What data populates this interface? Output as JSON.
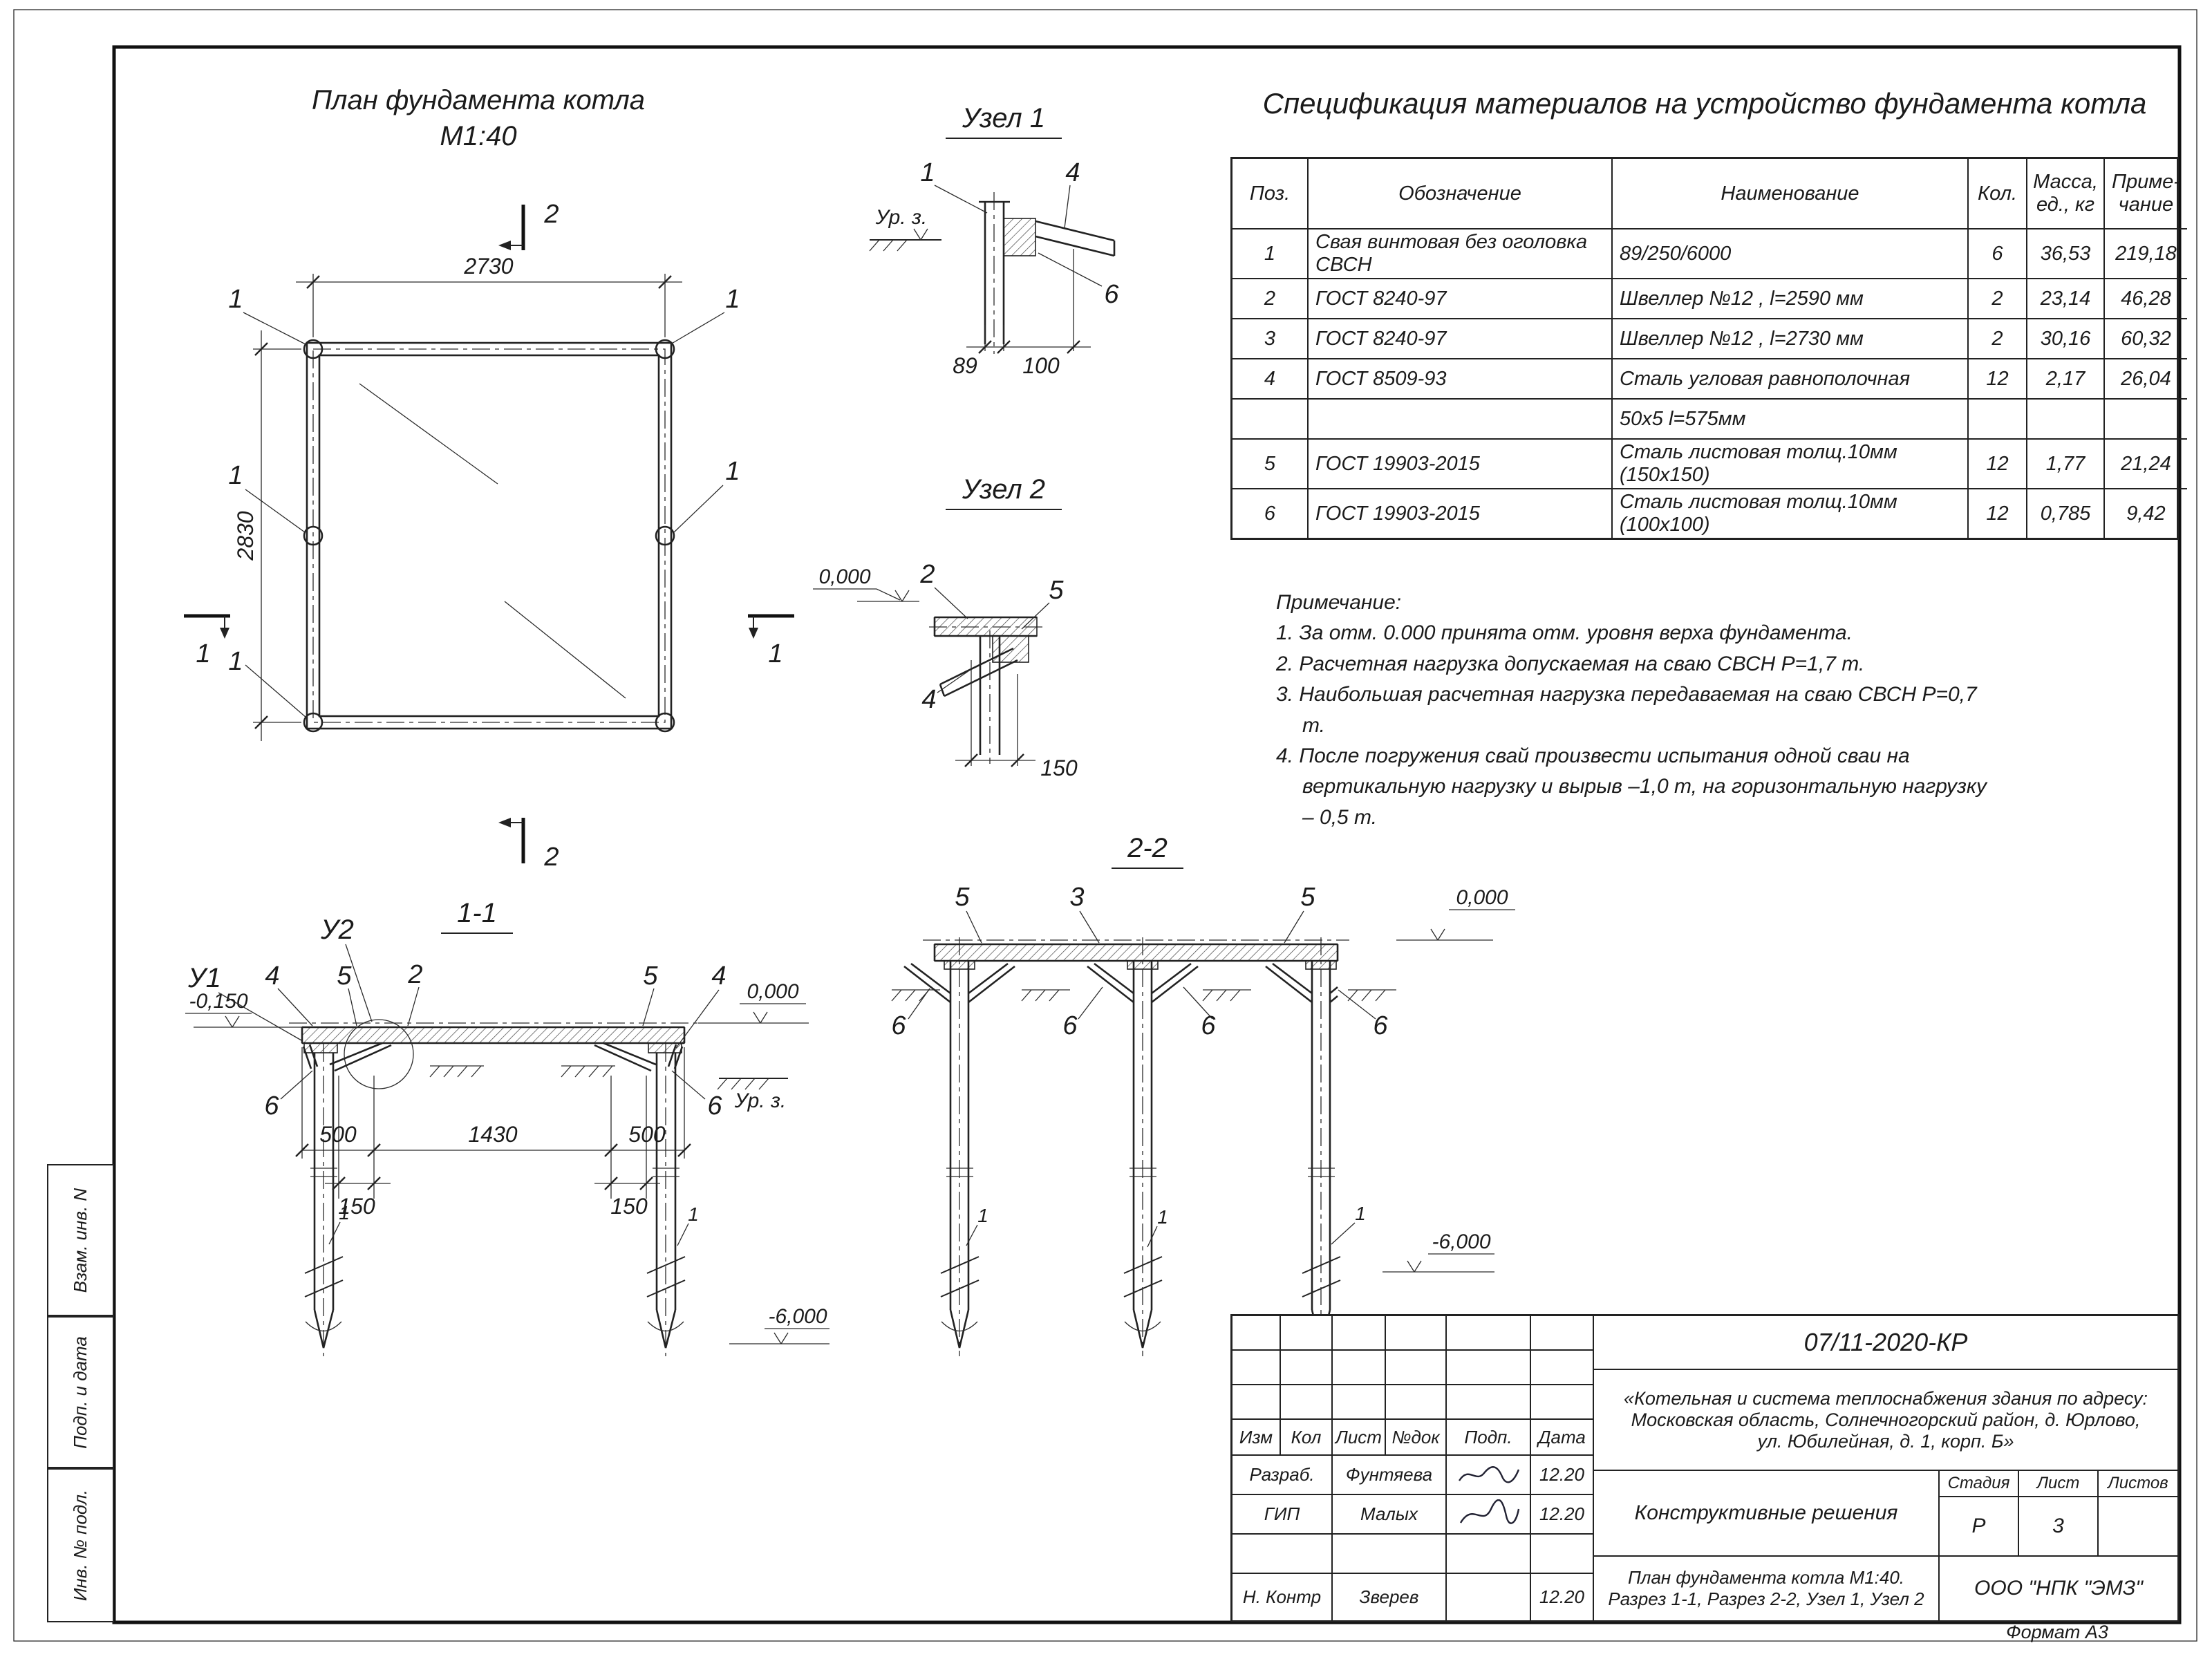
{
  "sheet": {
    "format_label": "Формат А3"
  },
  "side_stamps": {
    "vzam": "Взам. инв. N",
    "podp": "Подп. и дата",
    "inv": "Инв. № подл."
  },
  "plan": {
    "title": "План фундамента котла",
    "scale": "М1:40",
    "dim_width": "2730",
    "dim_height": "2830",
    "section2": "2",
    "section1": "1",
    "callout_pile": "1"
  },
  "node1": {
    "title": "Узел 1",
    "callout_pile": "1",
    "callout_angle": "4",
    "callout_plate": "6",
    "ground": "Ур. з.",
    "dim_a": "89",
    "dim_b": "100"
  },
  "node2": {
    "title": "Узел 2",
    "level_zero": "0,000",
    "callout_channel": "2",
    "callout_plate": "5",
    "callout_angle": "4",
    "dim": "150"
  },
  "section11": {
    "title": "1-1",
    "u1": "У1",
    "u2": "У2",
    "callout_angle": "4",
    "callout_plate": "5",
    "callout_channel": "2",
    "callout_plate100": "6",
    "callout_pile": "1",
    "level_top": "-0,150",
    "level_zero": "0,000",
    "ground": "Ур. з.",
    "dim_500": "500",
    "dim_1430": "1430",
    "dim_150": "150",
    "level_bottom": "-6,000"
  },
  "section22": {
    "title": "2-2",
    "callout_plate": "5",
    "callout_channel": "3",
    "callout_plate100": "6",
    "callout_pile": "1",
    "level_zero": "0,000",
    "level_bottom": "-6,000"
  },
  "spec": {
    "title": "Спецификация материалов на устройство фундамента котла",
    "headers": [
      "Поз.",
      "Обозначение",
      "Наименование",
      "Кол.",
      "Масса,\nед., кг",
      "Приме-\nчание"
    ],
    "rows": [
      [
        "1",
        "Свая винтовая без оголовка СВСН",
        "89/250/6000",
        "6",
        "36,53",
        "219,18"
      ],
      [
        "2",
        "ГОСТ 8240-97",
        "Швеллер №12 , l=2590 мм",
        "2",
        "23,14",
        "46,28"
      ],
      [
        "3",
        "ГОСТ 8240-97",
        "Швеллер №12 , l=2730 мм",
        "2",
        "30,16",
        "60,32"
      ],
      [
        "4",
        "ГОСТ 8509-93",
        "Сталь угловая равнополочная",
        "12",
        "2,17",
        "26,04"
      ],
      [
        "",
        "",
        "50х5 l=575мм",
        "",
        "",
        ""
      ],
      [
        "5",
        "ГОСТ 19903-2015",
        "Сталь листовая толщ.10мм (150х150)",
        "12",
        "1,77",
        "21,24"
      ],
      [
        "6",
        "ГОСТ 19903-2015",
        "Сталь листовая толщ.10мм (100х100)",
        "12",
        "0,785",
        "9,42"
      ]
    ]
  },
  "notes": {
    "title": "Примечание:",
    "items": [
      "1. За отм. 0.000 принята отм. уровня верха фундамента.",
      "2. Расчетная нагрузка допускаемая на сваю СВСН  Р=1,7 т.",
      "3. Наибольшая расчетная нагрузка передаваемая на сваю СВСН   Р=0,7 т.",
      "4. После погружения свай произвести испытания одной сваи на вертикальную нагрузку и вырыв –1,0 т, на горизонтальную нагрузку – 0,5 т."
    ]
  },
  "titleblock": {
    "doc_number": "07/11-2020-КР",
    "project": "«Котельная и система теплоснабжения здания по адресу: Московская область, Солнечногорский район, д. Юрлово, ул. Юбилейная, д. 1, корп. Б»",
    "col_izm": "Изм",
    "col_kol": "Кол",
    "col_list": "Лист",
    "col_ndok": "№док",
    "col_podp": "Подп.",
    "col_data": "Дата",
    "row1_role": "Разраб.",
    "row1_name": "Фунтяева",
    "row1_date": "12.20",
    "row2_role": "ГИП",
    "row2_name": "Малых",
    "row2_date": "12.20",
    "row3_role": "Н. Контр",
    "row3_name": "Зверев",
    "row3_date": "12.20",
    "section_title": "Конструктивные решения",
    "stage_label": "Стадия",
    "sheet_label": "Лист",
    "sheets_label": "Листов",
    "stage_value": "Р",
    "sheet_value": "3",
    "sheets_value": "",
    "drawing_title": "План фундамента котла М1:40.\nРазрез 1-1, Разрез 2-2, Узел 1, Узел 2",
    "company": "ООО \"НПК \"ЭМЗ\""
  }
}
